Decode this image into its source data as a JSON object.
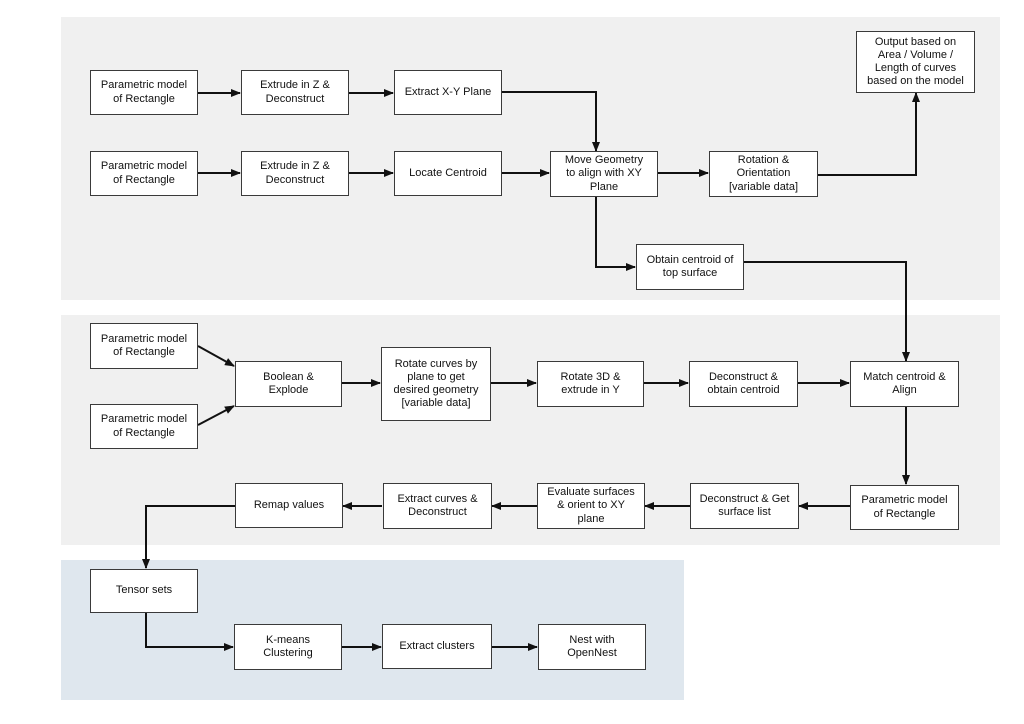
{
  "nodes": {
    "p1": "Parametric model\nof Rectangle",
    "e1": "Extrude in Z &\nDeconstruct",
    "xy": "Extract X-Y Plane",
    "out": "Output based on\nArea / Volume /\nLength of curves\nbased on the model",
    "p2": "Parametric model\nof Rectangle",
    "e2": "Extrude in Z &\nDeconstruct",
    "loc": "Locate Centroid",
    "move": "Move Geometry\nto align with XY\nPlane",
    "rot": "Rotation &\nOrientation\n[variable data]",
    "top": "Obtain centroid of\ntop surface",
    "p3": "Parametric model\nof Rectangle",
    "p4": "Parametric model\nof Rectangle",
    "bool": "Boolean &\nExplode",
    "rotc": "Rotate curves by\nplane to get\ndesired geometry\n[variable data]",
    "r3d": "Rotate 3D &\nextrude in Y",
    "dec": "Deconstruct &\nobtain centroid",
    "match": "Match centroid &\nAlign",
    "p5": "Parametric model\nof Rectangle",
    "dsl": "Deconstruct & Get\nsurface list",
    "eval": "Evaluate surfaces\n& orient to XY\nplane",
    "ecd": "Extract curves &\nDeconstruct",
    "remap": "Remap values",
    "tensor": "Tensor sets",
    "km": "K-means\nClustering",
    "ecl": "Extract clusters",
    "nest": "Nest with\nOpenNest"
  },
  "edges": [
    [
      "p1",
      "e1"
    ],
    [
      "e1",
      "xy"
    ],
    [
      "xy",
      "move"
    ],
    [
      "p2",
      "e2"
    ],
    [
      "e2",
      "loc"
    ],
    [
      "loc",
      "move"
    ],
    [
      "move",
      "rot"
    ],
    [
      "rot",
      "out"
    ],
    [
      "move",
      "top"
    ],
    [
      "top",
      "match"
    ],
    [
      "p3",
      "bool"
    ],
    [
      "p4",
      "bool"
    ],
    [
      "bool",
      "rotc"
    ],
    [
      "rotc",
      "r3d"
    ],
    [
      "r3d",
      "dec"
    ],
    [
      "dec",
      "match"
    ],
    [
      "match",
      "p5"
    ],
    [
      "p5",
      "dsl"
    ],
    [
      "dsl",
      "eval"
    ],
    [
      "eval",
      "ecd"
    ],
    [
      "ecd",
      "remap"
    ],
    [
      "remap",
      "tensor"
    ],
    [
      "tensor",
      "km"
    ],
    [
      "km",
      "ecl"
    ],
    [
      "ecl",
      "nest"
    ]
  ],
  "colors": {
    "panel_top": "#f0f0f0",
    "panel_mid": "#f0f0f0",
    "panel_bottom": "#dfe7ee",
    "box_border": "#3a3a3a",
    "arrow": "#111111"
  }
}
